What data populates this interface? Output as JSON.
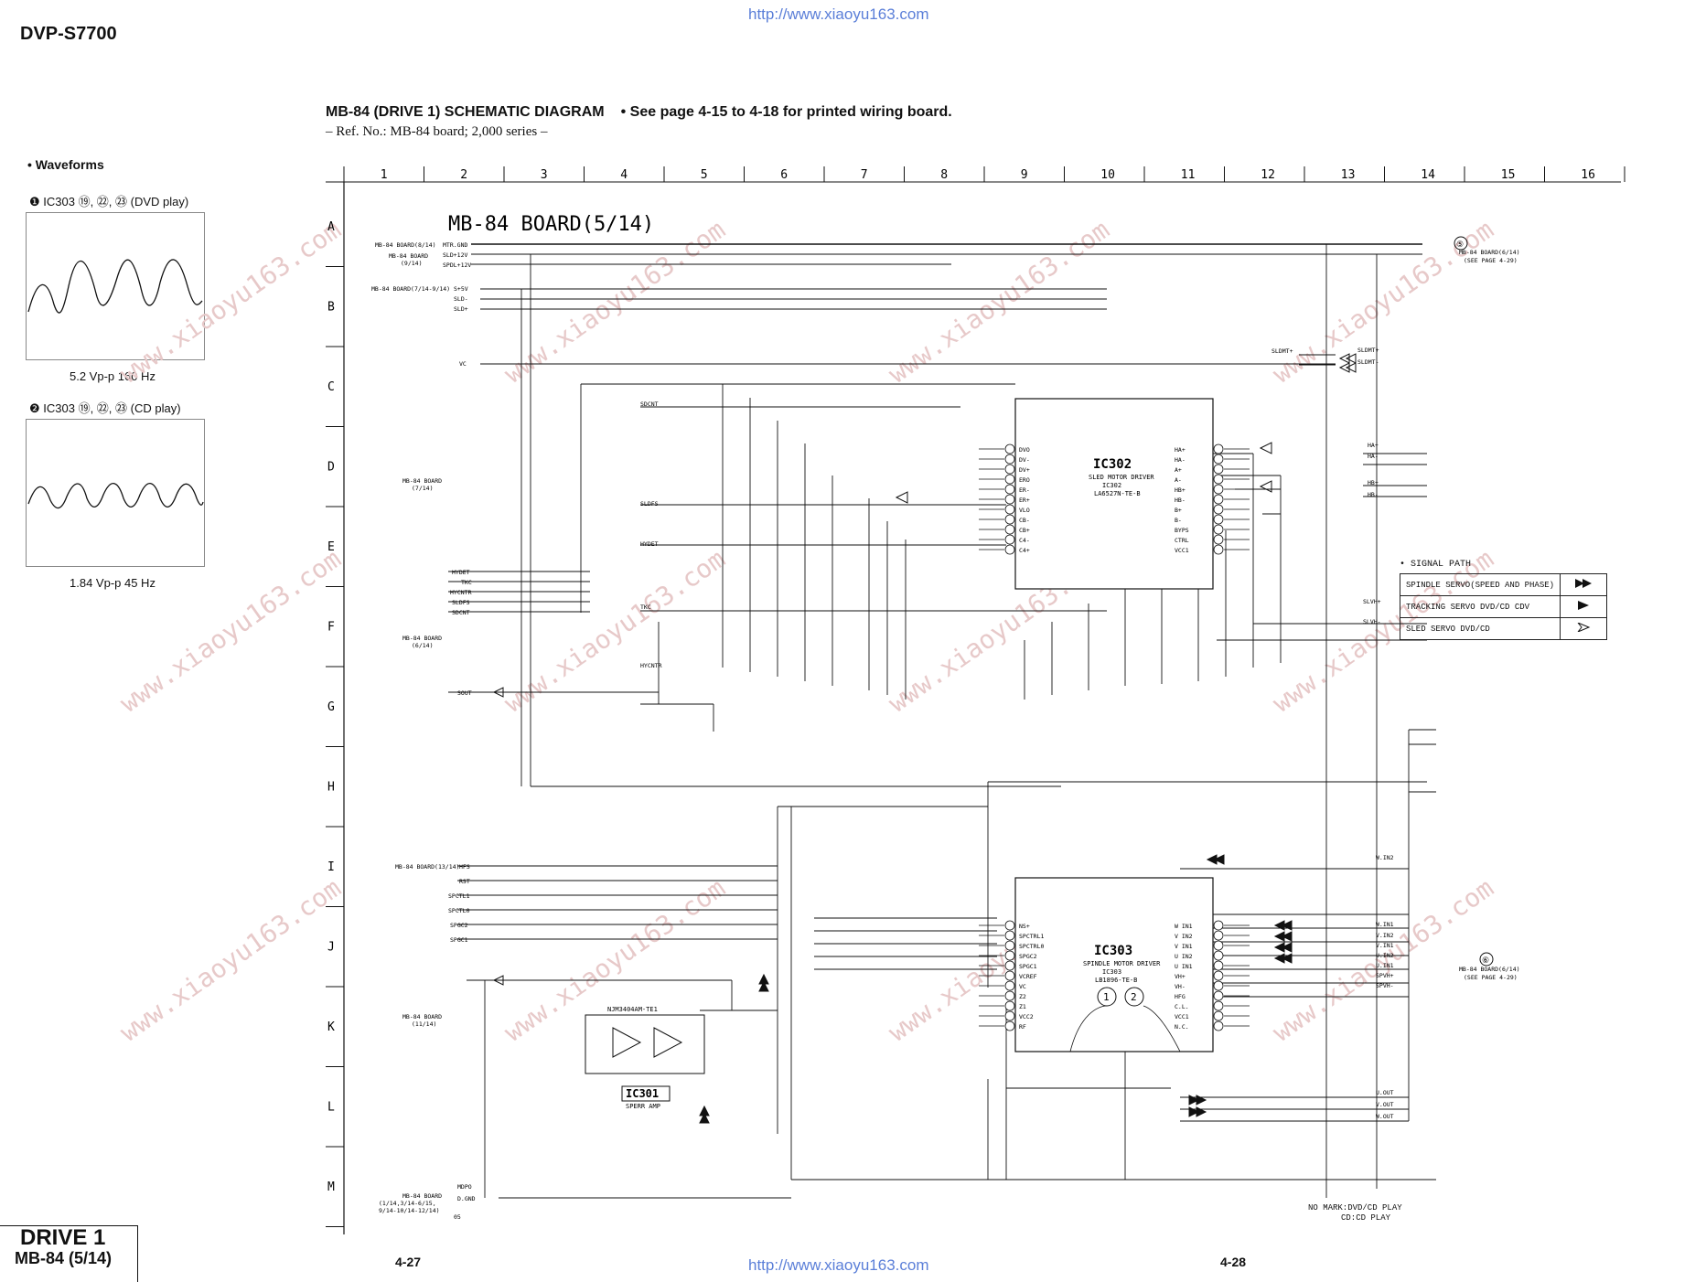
{
  "header": {
    "model": "DVP-S7700",
    "url_top": "http://www.xiaoyu163.com",
    "url_bottom": "http://www.xiaoyu163.com"
  },
  "diagram": {
    "title": "MB-84 (DRIVE 1) SCHEMATIC  DIAGRAM",
    "title_note": "• See page 4-15 to 4-18 for printed wiring board.",
    "subtitle": "– Ref. No.: MB-84 board; 2,000 series –",
    "board_label": "MB-84 BOARD(5/14)",
    "col_labels": [
      "1",
      "2",
      "3",
      "4",
      "5",
      "6",
      "7",
      "8",
      "9",
      "10",
      "11",
      "12",
      "13",
      "14",
      "15",
      "16"
    ],
    "row_labels": [
      "A",
      "B",
      "C",
      "D",
      "E",
      "F",
      "G",
      "H",
      "I",
      "J",
      "K",
      "L",
      "M"
    ]
  },
  "waveforms": {
    "heading": "• Waveforms",
    "items": [
      {
        "label": "❶ IC303 ⑲, ㉒, ㉓ (DVD play)",
        "caption": "5.2 Vp-p    160 Hz"
      },
      {
        "label": "❷ IC303 ⑲, ㉒, ㉓ (CD play)",
        "caption": "1.84 Vp-p    45 Hz"
      }
    ]
  },
  "ics": [
    {
      "ref": "IC302",
      "desc": "SLED MOTOR DRIVER",
      "sub": "IC302",
      "part": "LA6527N-TE-B"
    },
    {
      "ref": "IC303",
      "desc": "SPINDLE MOTOR DRIVER",
      "sub": "IC303",
      "part": "LB1896-TE-B"
    },
    {
      "ref": "IC301",
      "desc": "SPERR AMP",
      "sub": "NJM3404AM-TE1"
    }
  ],
  "connectors": {
    "top_left": [
      "MB-84 BOARD(8/14)",
      "MB-84 BOARD",
      "(9/14)",
      "MB-84 BOARD(7/14-9/14)"
    ],
    "top_left_signals": [
      "MTR.GND",
      "SLD+12V",
      "SPDL+12V",
      "S+5V",
      "SLD-",
      "SLD+",
      "VC"
    ],
    "mid_left": [
      "MB-84 BOARD",
      "(7/14)"
    ],
    "mid_left_signals": [
      "SDCNT",
      "SLDFS",
      "HYDET",
      "TKC",
      "HYCNTR"
    ],
    "f_left": [
      "MB-84 BOARD",
      "(6/14)"
    ],
    "f_left_signals": [
      "HYDET",
      "TKC",
      "HYCNTR",
      "SLDFS",
      "SDCNT",
      "SOUT"
    ],
    "i_left": "MB-84 BOARD(13/14)",
    "i_left_signals": [
      "HFS",
      "RST",
      "SPCTL1",
      "SPCTL0",
      "SPGC2",
      "SPGC1"
    ],
    "k_left": [
      "MB-84 BOARD",
      "(11/14)"
    ],
    "m_left": [
      "MB-84 BOARD",
      "(1/14,3/14-6/15,",
      "9/14-10/14-12/14)"
    ],
    "m_left_signals": [
      "MDPO",
      "D.GND",
      "05"
    ],
    "right_top": [
      "⑤",
      "MB-84 BOARD(6/14)",
      "(SEE PAGE 4-29)"
    ],
    "right_bottom": [
      "⑥",
      "MB-84 BOARD(6/14)",
      "(SEE PAGE 4-29)"
    ],
    "right_signals_top": [
      "SLDMT+",
      "SLDMT-",
      "HA+",
      "HA-",
      "HB+",
      "HB-",
      "SLVH+",
      "SLVH-"
    ],
    "right_signals_bottom": [
      "W.IN2",
      "W.IN1",
      "V.IN2",
      "V.IN1",
      "U.IN2",
      "U.IN1",
      "SPVH+",
      "SPVH-",
      "U.OUT",
      "V.OUT",
      "W.OUT"
    ]
  },
  "ic302_left_pins": [
    "DVO",
    "DV-",
    "DV+",
    "ERO",
    "ER-",
    "ER+",
    "VLO",
    "CB-",
    "CB+",
    "C4-",
    "C4+"
  ],
  "ic302_right_pins": [
    "HA+",
    "HA-",
    "A+",
    "A-",
    "HB+",
    "HB-",
    "B+",
    "B-",
    "BYPS",
    "CTRL",
    "VCC1"
  ],
  "ic303_left_pins": [
    "NS+",
    "SPCTRL1",
    "SPCTRL0",
    "SPGC2",
    "SPGC1",
    "VCREF",
    "VC",
    "Z2",
    "Z1",
    "VCC2",
    "RF"
  ],
  "ic303_right_pins": [
    "W IN1",
    "V IN2",
    "V IN1",
    "U IN2",
    "U IN1",
    "VH+",
    "VH-",
    "HFG",
    "C.L.",
    "VCC1",
    "N.C."
  ],
  "legend": {
    "heading": "• SIGNAL PATH",
    "rows": [
      "SPINDLE SERVO(SPEED AND PHASE)",
      "TRACKING SERVO DVD/CD CDV",
      "SLED SERVO DVD/CD"
    ]
  },
  "notes": [
    "NO MARK:DVD/CD PLAY",
    "CD:CD PLAY"
  ],
  "footer": {
    "section": "DRIVE 1",
    "board": "MB-84 (5/14)",
    "page_left": "4-27",
    "page_right": "4-28"
  },
  "colors": {
    "link": "#5b7fd8",
    "line": "#111111",
    "watermark": "#e7c9c9"
  }
}
